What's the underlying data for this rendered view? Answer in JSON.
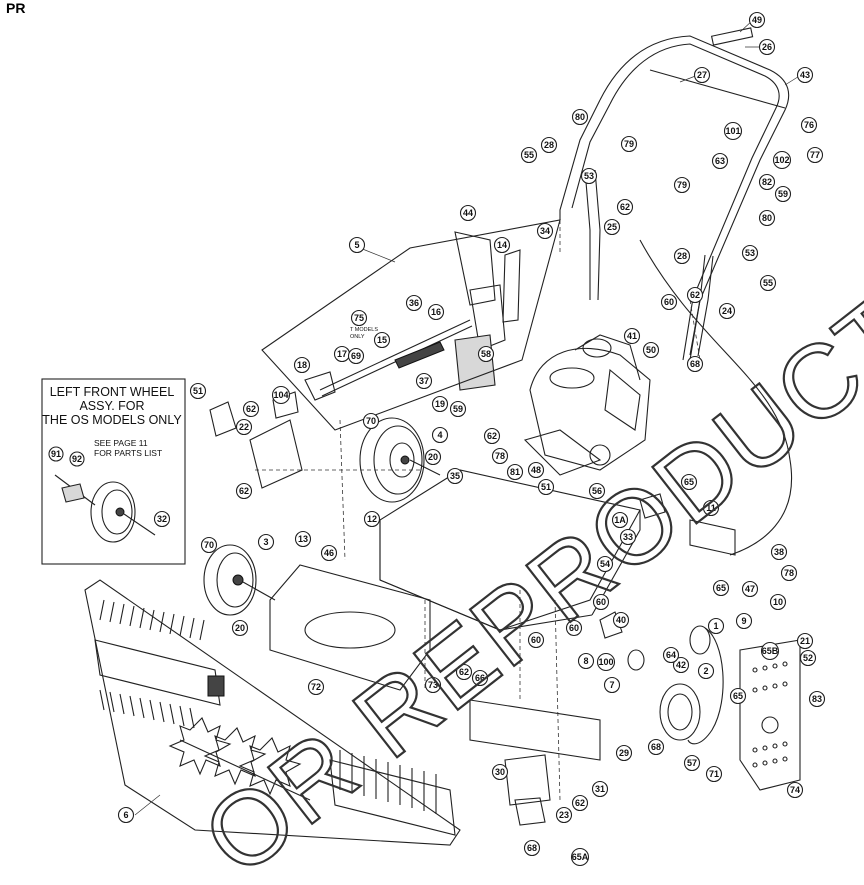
{
  "header": {
    "title_fragment": "PR"
  },
  "inset": {
    "title_lines": [
      "LEFT FRONT WHEEL",
      "ASSY. FOR",
      "THE OS MODELS ONLY"
    ],
    "note_lines": [
      "SEE PAGE 11",
      "FOR PARTS LIST"
    ],
    "callouts": [
      "91",
      "92",
      "32"
    ]
  },
  "small_note": {
    "lines": [
      "T  MODELS",
      "ONLY"
    ]
  },
  "watermark": {
    "text": "OR REPRODUCTION"
  },
  "callouts": [
    "1",
    "1A",
    "2",
    "3",
    "4",
    "5",
    "6",
    "7",
    "8",
    "9",
    "10",
    "11",
    "12",
    "13",
    "14",
    "15",
    "16",
    "17",
    "18",
    "19",
    "20",
    "20",
    "21",
    "22",
    "23",
    "24",
    "25",
    "26",
    "27",
    "28",
    "28",
    "29",
    "30",
    "31",
    "32",
    "33",
    "34",
    "35",
    "36",
    "37",
    "38",
    "40",
    "41",
    "42",
    "43",
    "44",
    "46",
    "47",
    "48",
    "49",
    "50",
    "51",
    "51",
    "52",
    "53",
    "53",
    "54",
    "55",
    "55",
    "56",
    "57",
    "58",
    "59",
    "59",
    "60",
    "60",
    "60",
    "60",
    "62",
    "62",
    "62",
    "62",
    "62",
    "62",
    "62",
    "63",
    "64",
    "65",
    "65",
    "65",
    "65A",
    "65B",
    "66",
    "68",
    "68",
    "68",
    "69",
    "70",
    "70",
    "71",
    "72",
    "73",
    "74",
    "75",
    "76",
    "77",
    "78",
    "78",
    "79",
    "79",
    "80",
    "80",
    "81",
    "82",
    "83",
    "100",
    "101",
    "102",
    "104"
  ]
}
